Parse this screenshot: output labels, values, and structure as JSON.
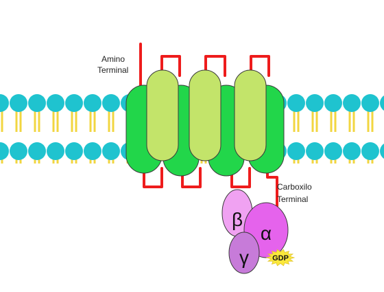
{
  "labels": {
    "amino_line1": "Amino",
    "amino_line2": "Terminal",
    "carboxyl_line1": "Carboxilo",
    "carboxyl_line2": "Terminal"
  },
  "g_protein": {
    "beta": "β",
    "alpha": "α",
    "gamma": "γ",
    "gdp": "GDP"
  },
  "colors": {
    "head": "#1fc3cf",
    "tail": "#f2d640",
    "helix_dark": "#22d64a",
    "helix_light": "#c3e46a",
    "loop": "#ee1c1c",
    "alpha": "#e563ec",
    "beta": "#f0a2f2",
    "gamma": "#c77bd9",
    "gdp": "#fbe83c",
    "stroke": "#3a3a3a"
  }
}
